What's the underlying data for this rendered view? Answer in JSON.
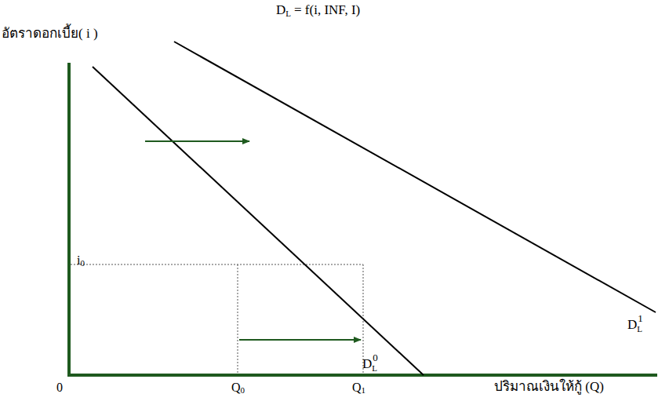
{
  "diagram": {
    "labels": [
      "D",
      "L",
      "= f(i, INF, I)",
      "อัตราดอกเบี้ย( i )",
      "i",
      "0",
      "0",
      "Q",
      "0",
      "Q",
      "1",
      "D",
      "L",
      "0",
      "D",
      "L",
      "1",
      "ปริมาณเงินให้กู้ (Q)"
    ]
  }
}
